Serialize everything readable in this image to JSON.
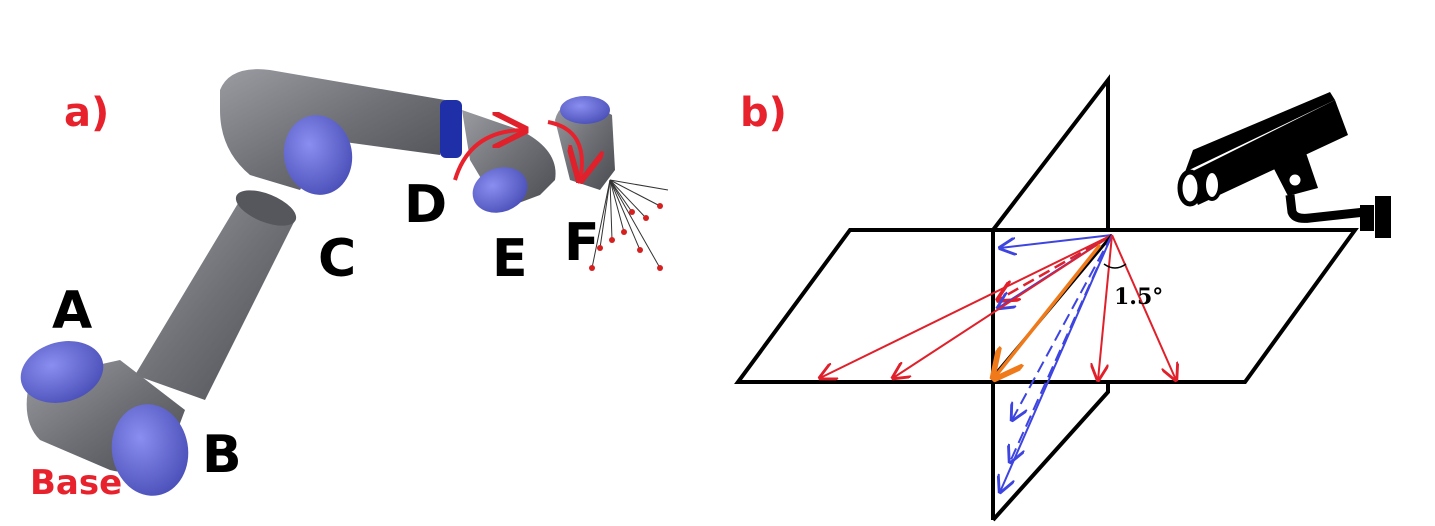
{
  "panels": {
    "a": {
      "label": "a)",
      "joints": [
        "A",
        "B",
        "C",
        "D",
        "E",
        "F"
      ],
      "base_label": "Base"
    },
    "b": {
      "label": "b)",
      "angle_label": "1.5°"
    }
  },
  "colors": {
    "label_red": "#e8222c",
    "arm_gray": "#7b7d83",
    "arm_dark": "#4d4f55",
    "joint_cap": "#6b6fd6",
    "joint_band": "#1f2fa8",
    "ray_red": "#e0202a",
    "ray_blue": "#3d44e0",
    "ray_orange": "#f07a1a",
    "plane_line": "#000000"
  },
  "icons": [
    "robot-arm",
    "security-camera-icon"
  ]
}
